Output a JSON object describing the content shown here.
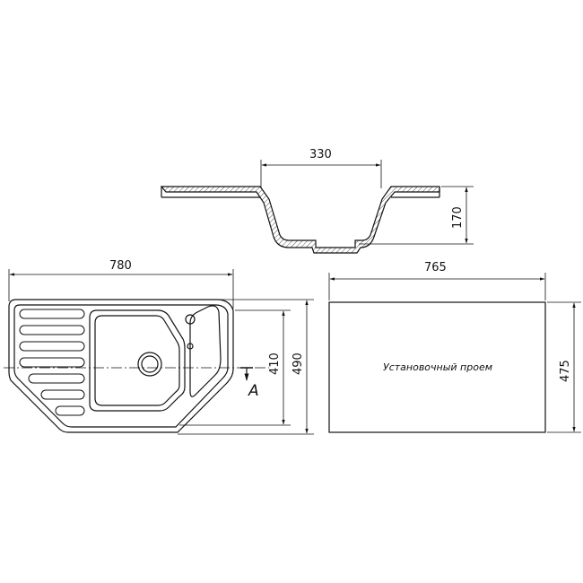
{
  "dimensions": {
    "bowl_width": "330",
    "depth": "170",
    "sink_width": "780",
    "sink_height": "490",
    "bowl_inner": "410",
    "cutout_width": "765",
    "cutout_height": "475"
  },
  "labels": {
    "cutout": "Установочный проем",
    "section": "A"
  },
  "colors": {
    "stroke": "#111111",
    "hatch": "#555555"
  }
}
